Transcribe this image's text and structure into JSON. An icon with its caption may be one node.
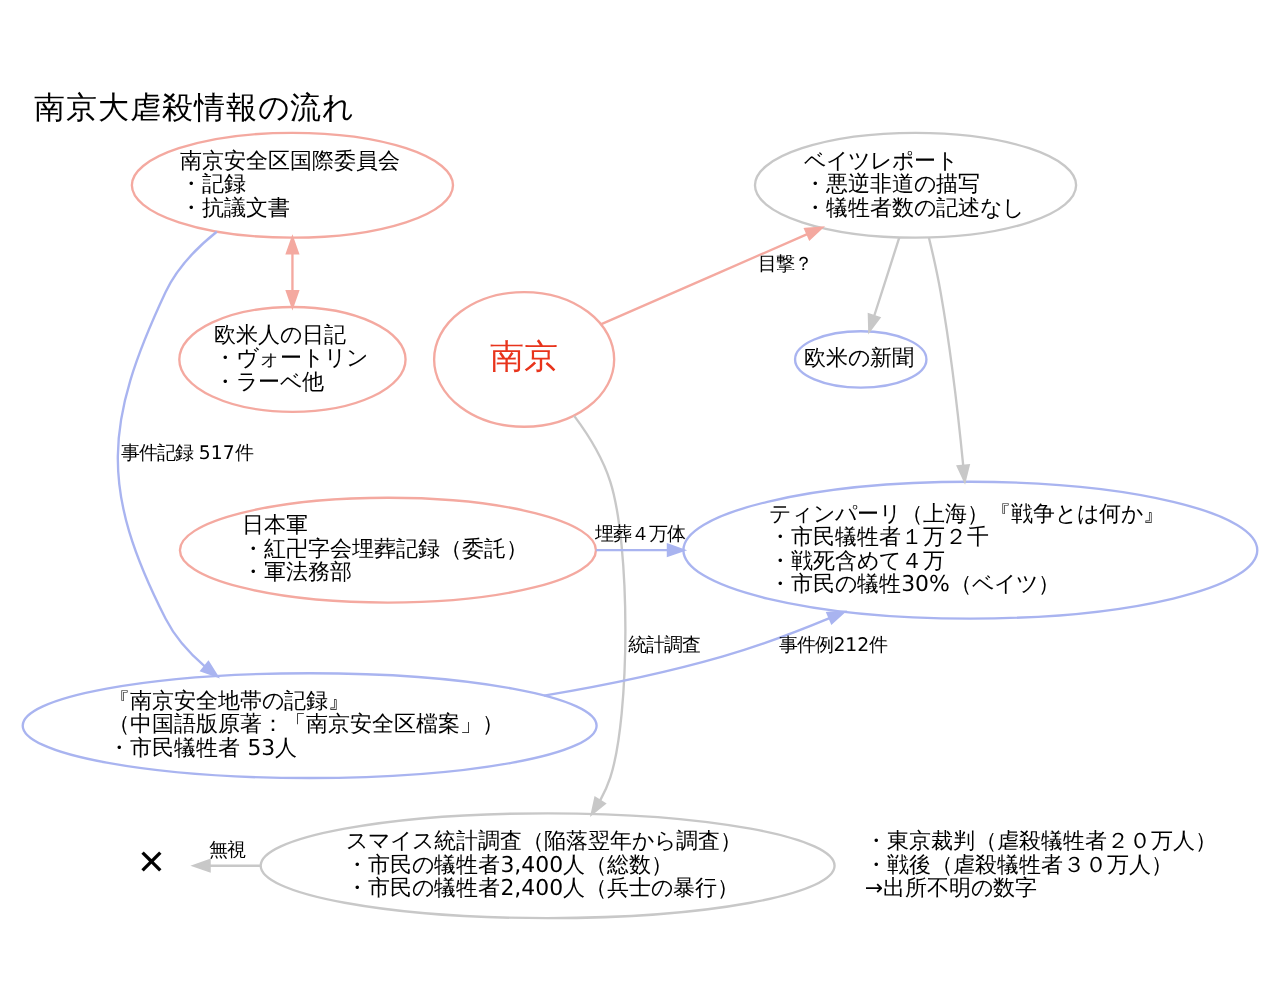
{
  "diagram": {
    "title": "南京大虐殺情報の流れ",
    "nodes": [
      {
        "text": [
          "南京"
        ]
      },
      {
        "text": [
          "南京安全区国際委員会",
          "・記録",
          "・抗議文書"
        ]
      },
      {
        "text": [
          "欧米人の日記",
          "・ヴォートリン",
          "・ラーベ他"
        ]
      },
      {
        "text": [
          "日本軍",
          "・紅卍字会埋葬記録（委託）",
          "・軍法務部"
        ]
      },
      {
        "text": [
          "ベイツレポート",
          "・悪逆非道の描写",
          "・犠牲者数の記述なし"
        ]
      },
      {
        "text": [
          "欧米の新聞"
        ]
      },
      {
        "text": [
          "ティンパーリ（上海）『戦争とは何か』",
          "・市民犠牲者１万２千",
          "・戦死含めて４万",
          "・市民の犠牲30%（ベイツ）"
        ]
      },
      {
        "text": [
          "『南京安全地帯の記録』",
          "（中国語版原著：「南京安全区檔案」）",
          "・市民犠牲者 53人"
        ]
      },
      {
        "text": [
          "スマイス統計調査（陥落翌年から調査）",
          "・市民の犠牲者3,400人（総数）",
          "・市民の犠牲者2,400人（兵士の暴行）"
        ]
      },
      {
        "text": [
          "✕"
        ]
      }
    ],
    "edges": [
      {
        "from": 1,
        "to": 2,
        "arrow": "both",
        "color": "#f4a9a0"
      },
      {
        "from": 0,
        "to": 4,
        "arrow": "to",
        "label": "目撃？",
        "color": "#f4a9a0"
      },
      {
        "from": 1,
        "to": 7,
        "arrow": "to",
        "label": "事件記録 517件",
        "color": "#a9b4f0"
      },
      {
        "from": 3,
        "to": 6,
        "arrow": "to",
        "label": "埋葬４万体",
        "color": "#a9b4f0"
      },
      {
        "from": 7,
        "to": 6,
        "arrow": "to",
        "label": "事件例212件",
        "color": "#a9b4f0"
      },
      {
        "from": 4,
        "to": 5,
        "arrow": "to"
      },
      {
        "from": 4,
        "to": 6,
        "arrow": "to"
      },
      {
        "from": 0,
        "to": 8,
        "arrow": "to",
        "label": "統計調査"
      },
      {
        "from": 8,
        "to": 9,
        "arrow": "to",
        "label": "無視"
      }
    ],
    "labels": [
      "・東京裁判（虐殺犠牲者２０万人）",
      "・戦後（虐殺犠牲者３０万人）",
      "→出所不明の数字"
    ]
  }
}
